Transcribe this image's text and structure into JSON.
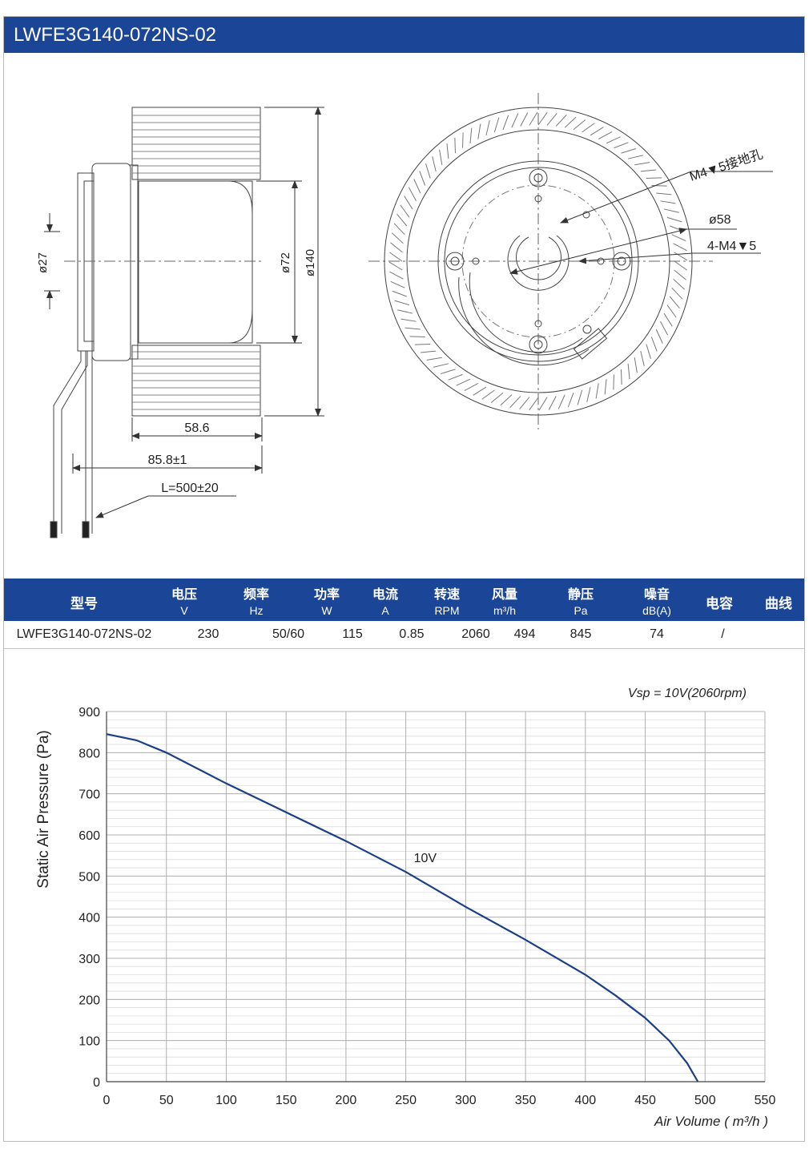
{
  "header": {
    "title": "LWFE3G140-072NS-02"
  },
  "drawing": {
    "dim_shaft": "ø27",
    "dim_hub": "ø72",
    "dim_outer": "ø140",
    "dim_depth": "58.6",
    "dim_total": "85.8±1",
    "dim_cable": "L=500±20",
    "label_ground": "M4▼5接地孔",
    "label_pcd": "ø58",
    "label_holes": "4-M4▼5"
  },
  "specs": {
    "columns": [
      {
        "name": "型号",
        "unit": ""
      },
      {
        "name": "电压",
        "unit": "V"
      },
      {
        "name": "频率",
        "unit": "Hz"
      },
      {
        "name": "功率",
        "unit": "W"
      },
      {
        "name": "电流",
        "unit": "A"
      },
      {
        "name": "转速",
        "unit": "RPM"
      },
      {
        "name": "风量",
        "unit": "m³/h"
      },
      {
        "name": "静压",
        "unit": "Pa"
      },
      {
        "name": "噪音",
        "unit": "dB(A)"
      },
      {
        "name": "电容",
        "unit": ""
      },
      {
        "name": "曲线",
        "unit": ""
      }
    ],
    "row": [
      "LWFE3G140-072NS-02",
      "230",
      "50/60",
      "115",
      "0.85",
      "2060",
      "494",
      "845",
      "74",
      "/"
    ]
  },
  "chart_data": {
    "type": "line",
    "annotation": "Vsp = 10V(2060rpm)",
    "xlabel": "Air Volume ( m³/h )",
    "ylabel": "Static Air Pressure  (Pa)",
    "xlim": [
      0,
      550
    ],
    "ylim": [
      0,
      900
    ],
    "xticks": [
      0,
      50,
      100,
      150,
      200,
      250,
      300,
      350,
      400,
      450,
      500,
      550
    ],
    "yticks": [
      0,
      100,
      200,
      300,
      400,
      500,
      600,
      700,
      800,
      900
    ],
    "grid": true,
    "series": [
      {
        "name": "10V",
        "color": "#1b3f86",
        "x": [
          0,
          25,
          50,
          100,
          150,
          200,
          250,
          300,
          350,
          400,
          425,
          450,
          470,
          485,
          494
        ],
        "y": [
          845,
          830,
          800,
          725,
          655,
          585,
          510,
          425,
          345,
          260,
          210,
          155,
          100,
          45,
          0
        ]
      }
    ]
  }
}
